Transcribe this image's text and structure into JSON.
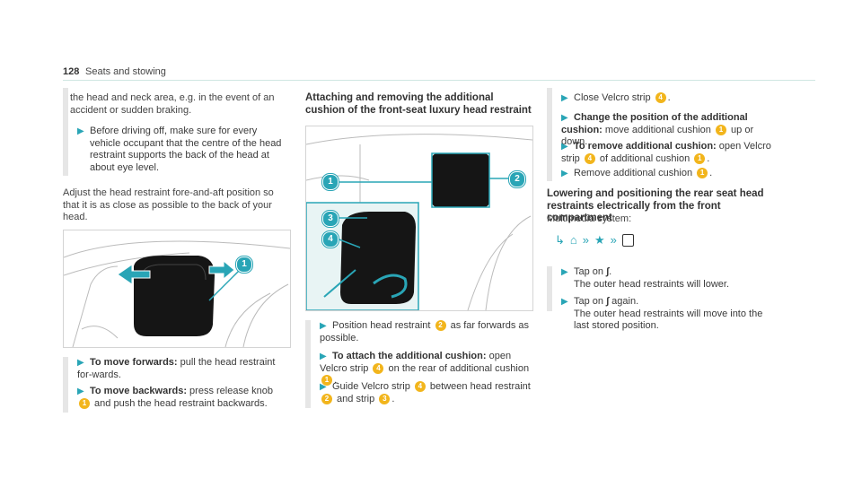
{
  "header": {
    "page_number": "128",
    "section": "Seats and stowing"
  },
  "left": {
    "note_text": "the head and neck area, e.g. in the event of an accident or sudden braking.",
    "note_bullet": "Before driving off, make sure for every vehicle occupant that the centre of the head restraint supports the back of the head at about eye level.",
    "adjust_para": "Adjust the head restraint fore-and-aft position so that it is as close as possible to the back of your head.",
    "figure_label": "1",
    "step1_bold": "To move forwards:",
    "step1_text": " pull the head restraint for-wards.",
    "step2_bold": "To move backwards:",
    "step2_text_a": " press release knob ",
    "step2_badge": "1",
    "step2_text_b": " and push the head restraint backwards."
  },
  "middle": {
    "heading": "Attaching and removing the additional cushion of the front-seat luxury head restraint",
    "figure_labels": [
      "1",
      "2",
      "3",
      "4"
    ],
    "step1_a": "Position head restraint ",
    "step1_badge": "2",
    "step1_b": " as far forwards as possible.",
    "step2_bold": "To attach the additional cushion:",
    "step2_a": " open Velcro strip ",
    "step2_badge1": "4",
    "step2_b": " on the rear of additional cushion ",
    "step2_badge2": "1",
    "step2_c": ".",
    "step3_a": "Guide Velcro strip ",
    "step3_badge1": "4",
    "step3_b": " between head restraint ",
    "step3_badge2": "2",
    "step3_c": " and strip ",
    "step3_badge3": "3",
    "step3_d": "."
  },
  "right": {
    "step1_a": "Close Velcro strip ",
    "step1_badge": "4",
    "step1_b": ".",
    "step2_bold": "Change the position of the additional cushion:",
    "step2_a": " move additional cushion ",
    "step2_badge": "1",
    "step2_b": " up or down.",
    "step3_bold": "To remove additional cushion:",
    "step3_a": " open Velcro strip ",
    "step3_badge1": "4",
    "step3_b": " of additional cushion ",
    "step3_badge2": "1",
    "step3_c": ".",
    "step4_a": "Remove additional cushion ",
    "step4_badge": "1",
    "step4_b": ".",
    "heading2": "Lowering and positioning the rear seat head restraints electrically from the front compartment",
    "subtext": "Multimedia system:",
    "step5_a": "Tap on ",
    "step5_b": ".",
    "step5_c": "The outer head restraints will lower.",
    "step6_a": "Tap on ",
    "step6_b": " again.",
    "step6_c": "The outer head restraints will move into the last stored position."
  }
}
